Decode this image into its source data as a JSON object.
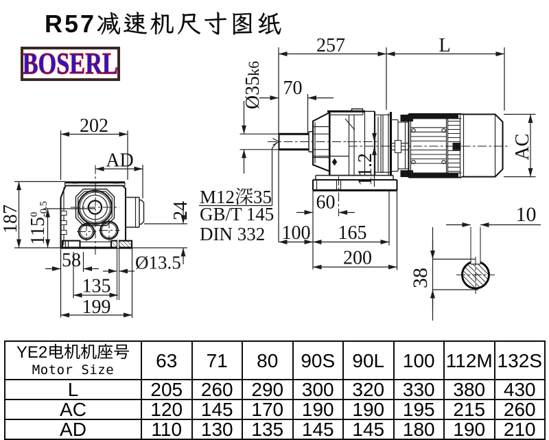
{
  "page": {
    "title": "R57减速机尺寸图纸",
    "logo": "BOSERL",
    "colors": {
      "background": "#ffffff",
      "line": "#1c1c1c",
      "logo_text": "#2217cd",
      "logo_text_outline": "#c41111",
      "logo_border": "#3a2723"
    }
  },
  "side_view": {
    "dim_gear_length": "257",
    "dim_motor_length": "L",
    "dim_shaft_length": "70",
    "dim_shaft_diameter": "Ø35",
    "dim_shaft_fit": "k6",
    "dim_axis_offset": "11.2",
    "dim_motor_height": "AC",
    "note_tap": "M12深35",
    "note_std_gb": "GB/T 145",
    "note_std_din": "DIN 332",
    "dim_foot_hole_offset": "60",
    "dim_shaft_to_housing": "100",
    "dim_foot_hole_span": "165",
    "dim_foot_length": "200"
  },
  "front_view": {
    "dim_housing_width": "202",
    "dim_center_to_side": "AD",
    "dim_housing_height": "187",
    "dim_axis_height": "115",
    "dim_axis_tol_upper": "0",
    "dim_axis_tol_lower": "-0.5",
    "dim_lip_height": "24",
    "dim_foot_edge": "58",
    "dim_foot_hole_dia": "Ø13.5",
    "dim_foot_hole_span": "135",
    "dim_foot_width": "199"
  },
  "shaft_detail": {
    "dim_key_width": "10",
    "dim_key_flat": "38"
  },
  "table": {
    "header_cn": "YE2电机机座号",
    "header_en": "Motor Size",
    "frame_sizes": [
      "63",
      "71",
      "80",
      "90S",
      "90L",
      "100",
      "112M",
      "132S"
    ],
    "rows": [
      {
        "label": "L",
        "values": [
          "205",
          "260",
          "290",
          "300",
          "320",
          "330",
          "380",
          "430"
        ]
      },
      {
        "label": "AC",
        "values": [
          "120",
          "145",
          "170",
          "190",
          "190",
          "195",
          "215",
          "260"
        ]
      },
      {
        "label": "AD",
        "values": [
          "110",
          "130",
          "135",
          "145",
          "145",
          "180",
          "190",
          "210"
        ]
      }
    ]
  }
}
